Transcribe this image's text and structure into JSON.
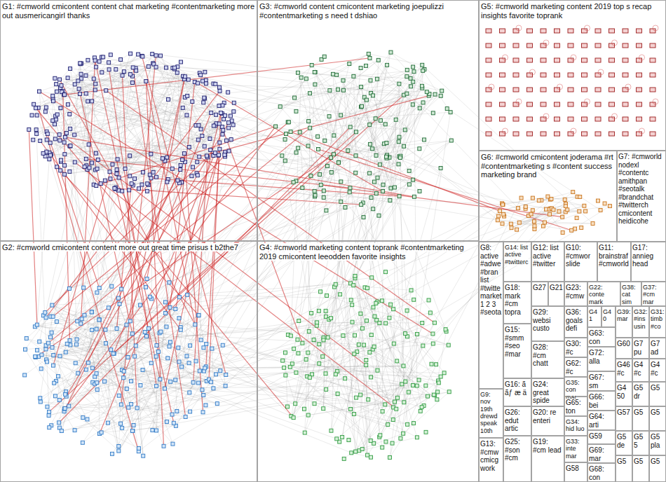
{
  "diagram": {
    "nodes": [
      {
        "text": [
          "G1: #cmworld cmicontent content chat marketing #contentmarketing more out ausmericangirl thanks"
        ]
      },
      {
        "text": [
          "G3: #cmworld content cmicontent marketing joepulizzi #contentmarketing s need t dshiao"
        ]
      },
      {
        "text": [
          "G5: #cmworld marketing content 2019 top s recap insights favorite toprank"
        ]
      },
      {
        "text": [
          "G2: #cmworld cmicontent content more out great time prisus t b2the7"
        ]
      },
      {
        "text": [
          "G4: #cmworld marketing content toprank #contentmarketing 2019 cmicontent leeodden favorite insights"
        ]
      },
      {
        "text": [
          "G6: #cmworld cmicontent joderama #rt #contentmarketing s #content success marketing brand"
        ]
      },
      {
        "text": [
          "G7: #cmworld nodexl #contentc amithpan #seotalk #brandchat #twitterch cmicontent heidicohe"
        ]
      },
      {
        "text": [
          "G8: active #adwe #bran list #twitte market 1 2 3 #seota"
        ]
      },
      {
        "text": [
          "G14: list active #twitterc"
        ]
      },
      {
        "text": [
          "G12: list active #twitter"
        ]
      },
      {
        "text": [
          "G10: #cmwor slide"
        ]
      },
      {
        "text": [
          "G11: brainstraf #cmworld"
        ]
      },
      {
        "text": [
          "G17: annieg head"
        ]
      },
      {
        "text": [
          "G18: mark #cm topra"
        ]
      },
      {
        "text": [
          "G27"
        ]
      },
      {
        "text": [
          "G21"
        ]
      },
      {
        "text": [
          "G23: #cmw"
        ]
      },
      {
        "text": [
          "G22: conte mark"
        ]
      },
      {
        "text": [
          "G38: cat sim"
        ]
      },
      {
        "text": [
          "G37: #cm mar"
        ]
      },
      {
        "text": [
          "G15: #smm #seo #mar"
        ]
      },
      {
        "text": [
          "G29: websi custo"
        ]
      },
      {
        "text": [
          "G36: goals defi"
        ]
      },
      {
        "text": [
          "G41"
        ]
      },
      {
        "text": [
          "G40"
        ]
      },
      {
        "text": [
          "G39: mar"
        ]
      },
      {
        "text": [
          "G32: #ins usin"
        ]
      },
      {
        "text": [
          "G31: timb #co"
        ]
      },
      {
        "text": [
          "G28: #cm chatt"
        ]
      },
      {
        "text": [
          "G30: #c"
        ]
      },
      {
        "text": [
          "G62: #c"
        ]
      },
      {
        "text": [
          "G35: con mar"
        ]
      },
      {
        "text": [
          "G65: ton"
        ]
      },
      {
        "text": [
          "G34: hid luo"
        ]
      },
      {
        "text": [
          "G33: inte mar"
        ]
      },
      {
        "text": [
          "G58"
        ]
      },
      {
        "text": [
          "G63: con"
        ]
      },
      {
        "text": [
          "G72: alla"
        ]
      },
      {
        "text": [
          "G67: sm"
        ]
      },
      {
        "text": [
          "G66: bei"
        ]
      },
      {
        "text": [
          "G64: arti"
        ]
      },
      {
        "text": [
          "G59"
        ]
      },
      {
        "text": [
          "G69: mar"
        ]
      },
      {
        "text": [
          "G68: con"
        ]
      },
      {
        "text": [
          "G60"
        ]
      },
      {
        "text": [
          "G7 pu"
        ]
      },
      {
        "text": [
          "G7 ad"
        ]
      },
      {
        "text": [
          "G46 #c"
        ]
      },
      {
        "text": [
          "G4 #c"
        ]
      },
      {
        "text": [
          "G4 #c"
        ]
      },
      {
        "text": [
          "G4 50"
        ]
      },
      {
        "text": [
          "G5 dr"
        ]
      },
      {
        "text": [
          "G5"
        ]
      },
      {
        "text": [
          "G57"
        ]
      },
      {
        "text": [
          "G5"
        ]
      },
      {
        "text": [
          "G5"
        ]
      },
      {
        "text": [
          "G5 de"
        ]
      },
      {
        "text": [
          "G5 5"
        ]
      },
      {
        "text": [
          "G5 pla"
        ]
      },
      {
        "text": [
          "G5"
        ]
      },
      {
        "text": [
          "G5"
        ]
      },
      {
        "text": [
          "G5"
        ]
      },
      {
        "text": [
          "G16: ã ãƒ æ ä"
        ]
      },
      {
        "text": [
          "G26: edut artic"
        ]
      },
      {
        "text": [
          "G25: #son #cm"
        ]
      },
      {
        "text": [
          "G24: great spide"
        ]
      },
      {
        "text": [
          "G20: re enteri"
        ]
      },
      {
        "text": [
          "G19: #cm lead"
        ]
      },
      {
        "text": [
          "G9: nov 19th drewd speak 10th"
        ]
      },
      {
        "text": [
          "G13: #cmw cmicg work"
        ]
      }
    ]
  }
}
